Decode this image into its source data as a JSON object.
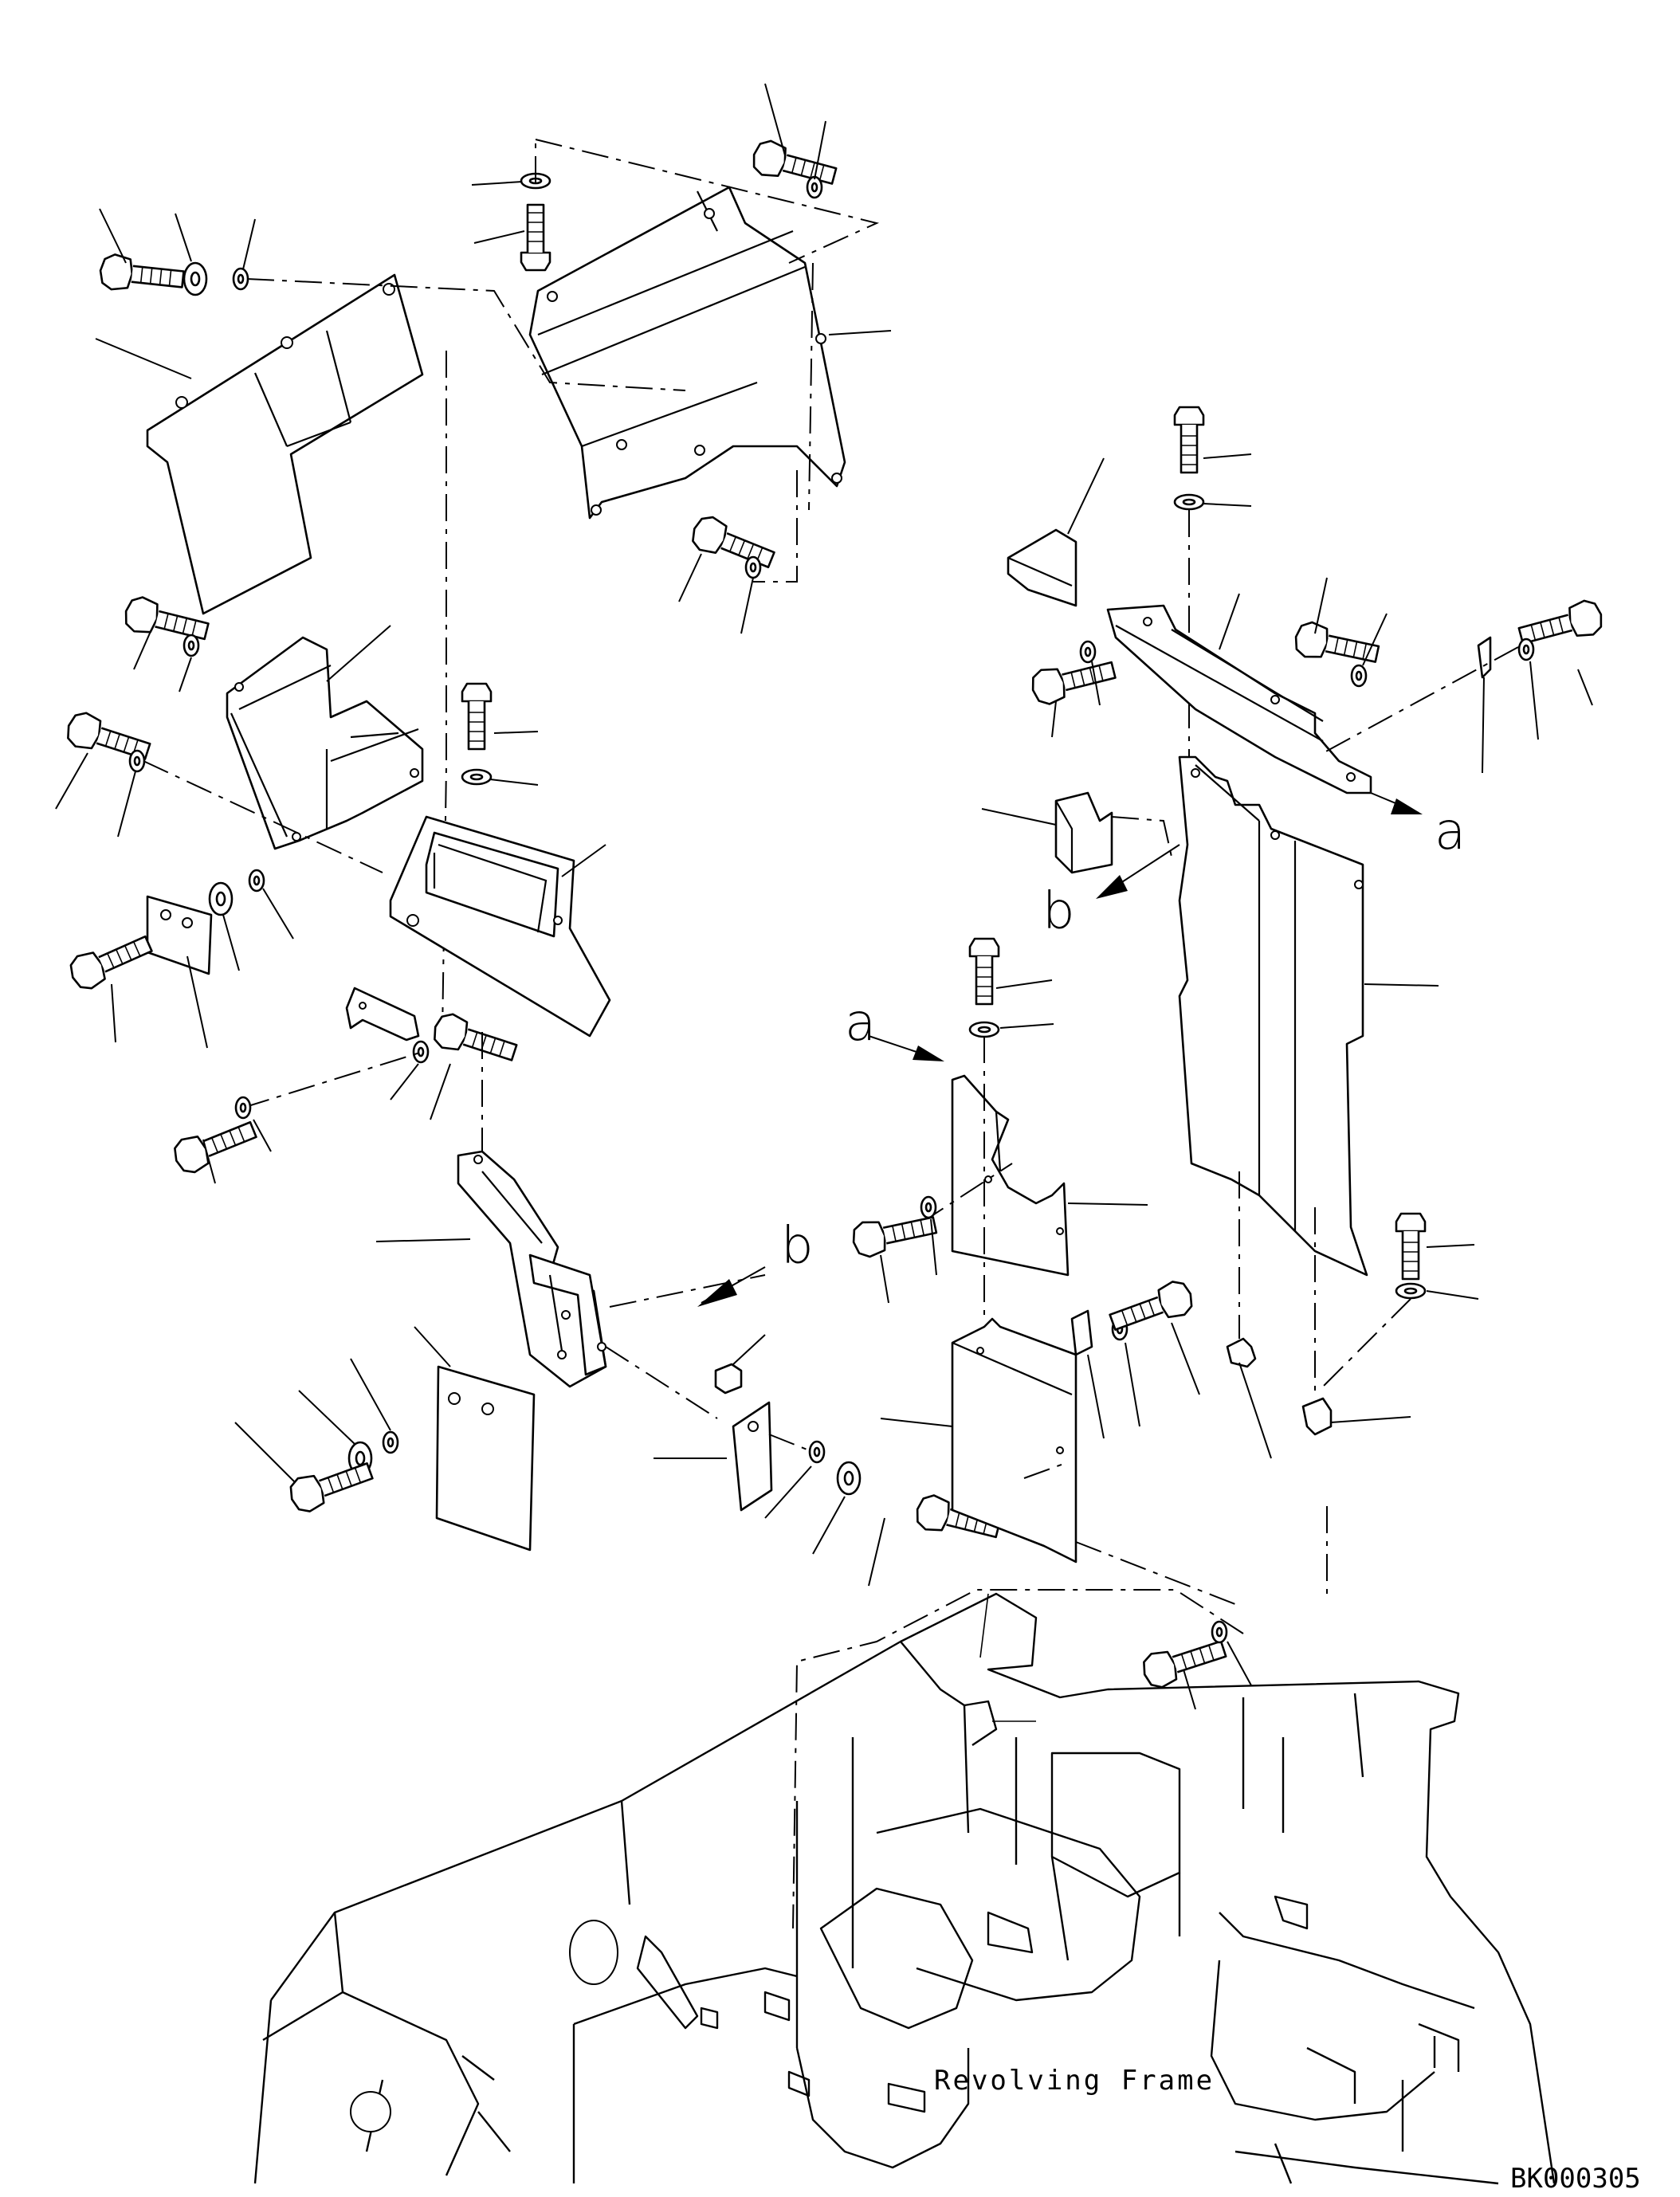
{
  "diagram": {
    "frame_label": "Revolving Frame",
    "drawing_code": "BK000305",
    "ref_a_upper": "a",
    "ref_a_lower": "a",
    "ref_b_right": "b",
    "ref_b_left": "b"
  }
}
